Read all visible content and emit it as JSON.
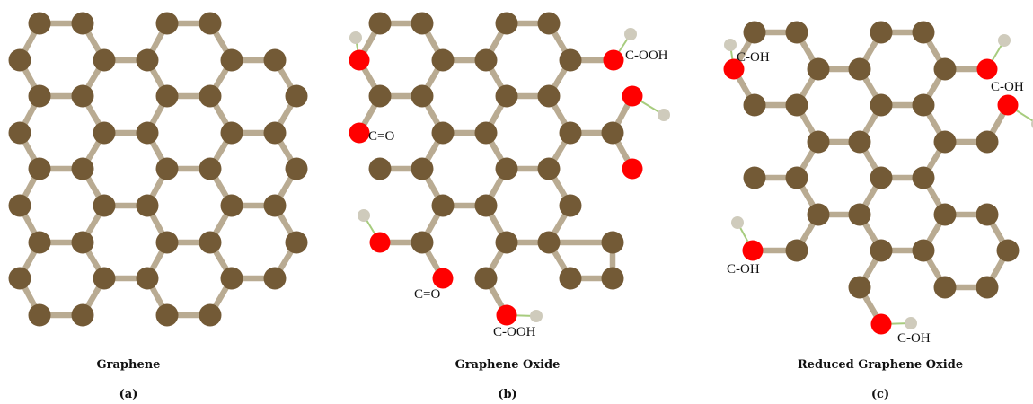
{
  "colors": {
    "bond": "#b9ab92",
    "carbon": "#735a36",
    "oxygen": "#ff0000",
    "hydrogen": "#cfcbbc",
    "oh_bond": "#a7cc7e"
  },
  "panels": [
    {
      "id": "a",
      "title": "Graphene",
      "letter": "(a)",
      "labels": []
    },
    {
      "id": "b",
      "title": "Graphene Oxide",
      "letter": "(b)",
      "labels": [
        {
          "text": "C-OOH"
        },
        {
          "text": "C=O"
        },
        {
          "text": "C=O"
        },
        {
          "text": "C-OOH"
        }
      ]
    },
    {
      "id": "c",
      "title": "Reduced Graphene Oxide",
      "letter": "(c)",
      "labels": [
        {
          "text": "C-OH"
        },
        {
          "text": "C-OH"
        },
        {
          "text": "C-OH"
        },
        {
          "text": "C-OH"
        }
      ]
    }
  ]
}
